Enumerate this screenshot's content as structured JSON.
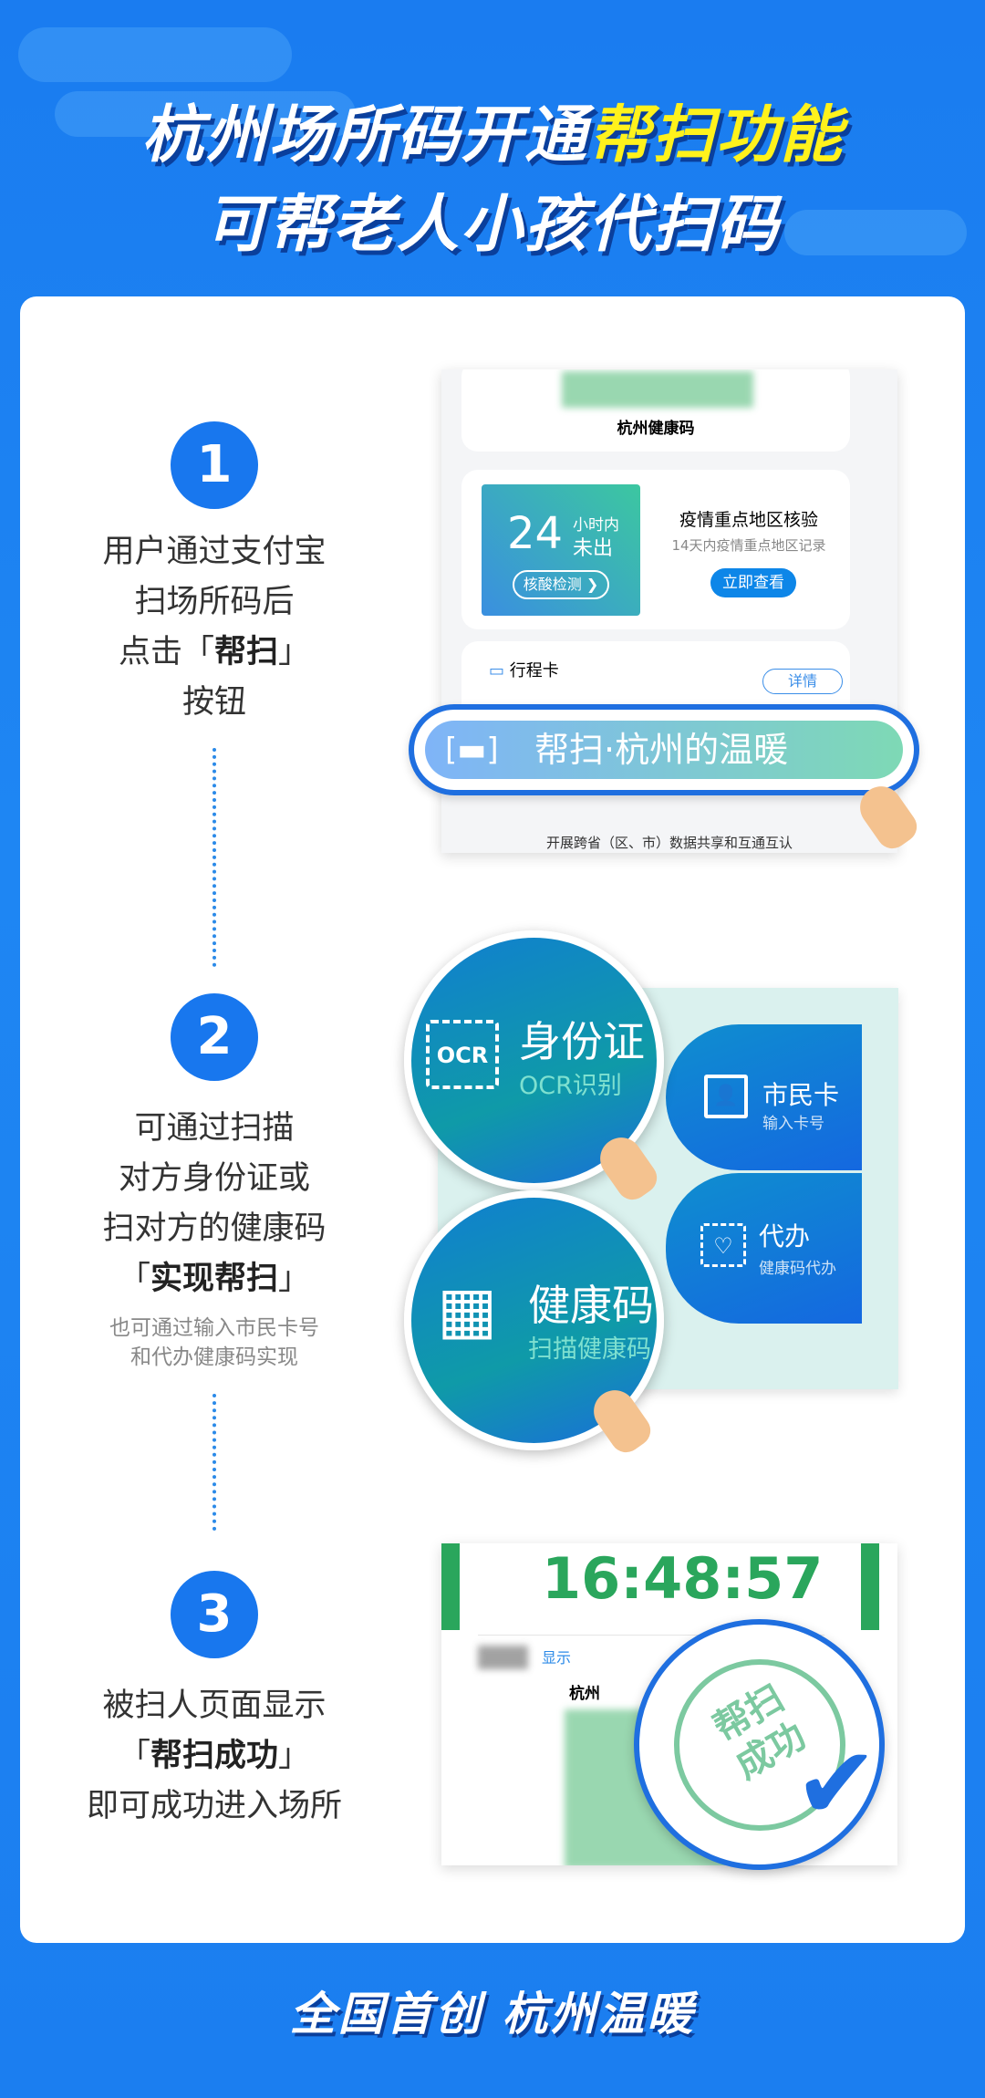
{
  "header": {
    "title_line1_a": "杭州场所码开通",
    "title_line1_b": "帮扫功能",
    "title_line2": "可帮老人小孩代扫码"
  },
  "steps": [
    {
      "number": "1",
      "lines": [
        "用户通过支付宝",
        "扫场所码后"
      ],
      "emph_prefix": "点击「",
      "emph": "帮扫",
      "emph_suffix": "」",
      "after": "按钮"
    },
    {
      "number": "2",
      "lines": [
        "可通过扫描",
        "对方身份证或",
        "扫对方的健康码"
      ],
      "emph_prefix": "「",
      "emph": "实现帮扫",
      "emph_suffix": "」",
      "sub": [
        "也可通过输入市民卡号",
        "和代办健康码实现"
      ]
    },
    {
      "number": "3",
      "lines": [
        "被扫人页面显示"
      ],
      "emph_prefix": "「",
      "emph": "帮扫成功",
      "emph_suffix": "」",
      "after": "即可成功进入场所"
    }
  ],
  "shot1": {
    "code_title": "杭州健康码",
    "hours": "24",
    "hours_label1": "小时内",
    "hours_label2": "未出",
    "nucleic_btn": "核酸检测",
    "region_title": "疫情重点地区核验",
    "region_sub": "14天内疫情重点地区记录",
    "view_btn": "立即查看",
    "trip_label": "行程卡",
    "detail_btn": "详情",
    "help_scan_btn": "帮扫·杭州的温暖",
    "footnote": "开展跨省（区、市）数据共享和互通互认"
  },
  "shot2": {
    "id_title": "身份证",
    "id_sub": "OCR识别",
    "ocr_icon": "OCR",
    "citizen_title": "市民卡",
    "citizen_sub": "输入卡号",
    "proxy_title": "代办",
    "proxy_sub": "健康码代办",
    "health_title": "健康码",
    "health_sub": "扫描健康码"
  },
  "shot3": {
    "time": "16:48:57",
    "show_link": "显示",
    "code_title": "杭州",
    "stamp_line1": "帮扫",
    "stamp_line2": "成功"
  },
  "footer": {
    "slogan": "全国首创 杭州温暖"
  },
  "colors": {
    "accent": "#1877ee",
    "highlight": "#fff21c",
    "green": "#2aa65c"
  }
}
